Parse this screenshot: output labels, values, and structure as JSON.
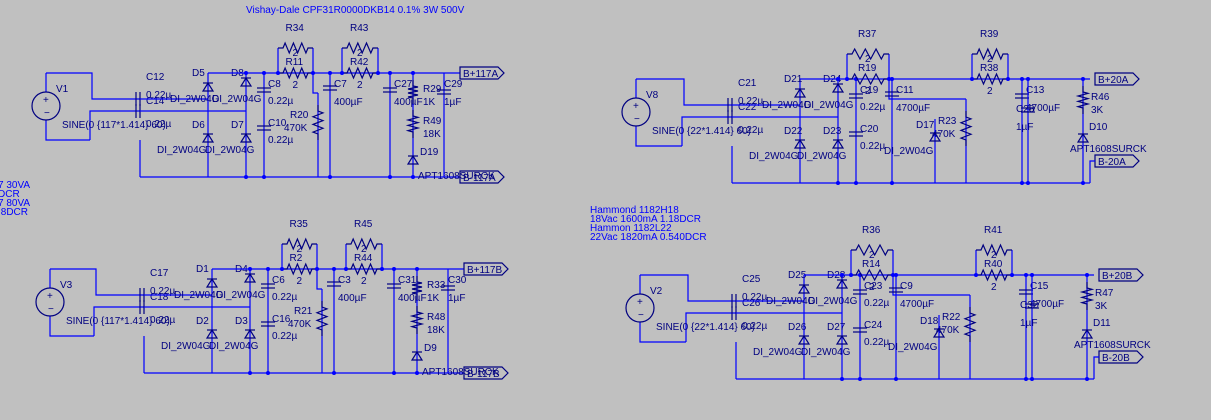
{
  "title": "Vishay-Dale CPF31R0000DKB14 0.1% 3W 500V",
  "left_notes": [
    "7 30VA",
    "DCR",
    "7 80VA",
    ".8DCR"
  ],
  "mid_notes": [
    "Hammond 1182H18",
    "18Vac 1600mA 1.18DCR",
    "Hammon 1182L22",
    "22Vac 1820mA 0.540DCR"
  ],
  "colors": {
    "background": "#c0c0c0",
    "wire": "#0000ff",
    "component": "#000080"
  },
  "circuits": [
    {
      "id": "top-left",
      "source": "V1",
      "sine": "SINE(0 {117*1.414} 60)",
      "caps_in": [
        "C12",
        "C14",
        "0.22µ",
        "0.22µ"
      ],
      "diodes": [
        "D5",
        "D8",
        "D6",
        "D7"
      ],
      "diode_models": [
        "DI_2W04G",
        "DI_2W04G",
        "DI_2W04G",
        "DI_2W04G"
      ],
      "c_bridge": [
        "C8",
        "0.22µ",
        "C10",
        "0.22µ"
      ],
      "r_top": [
        "R34",
        "2",
        "R11",
        "2"
      ],
      "r_top2": [
        "R43",
        "2",
        "R42",
        "2"
      ],
      "r_down": [
        "R20",
        "470K"
      ],
      "c_big": [
        "C7",
        "400µF"
      ],
      "c_big2": [
        "C27",
        "400µF"
      ],
      "r_led": [
        "R29",
        "1K",
        "R49",
        "18K"
      ],
      "c_out": [
        "C29",
        "1µF"
      ],
      "led": [
        "D19",
        "APT1608SURCK"
      ],
      "out_pos": "B+117A",
      "out_neg": "B-117A"
    },
    {
      "id": "bottom-left",
      "source": "V3",
      "sine": "SINE(0 {117*1.414} 60)",
      "caps_in": [
        "C17",
        "C18",
        "0.22µ",
        "0.22µ"
      ],
      "diodes": [
        "D1",
        "D4",
        "D2",
        "D3"
      ],
      "diode_models": [
        "DI_2W04G",
        "DI_2W04G",
        "DI_2W04G",
        "DI_2W04G"
      ],
      "c_bridge": [
        "C6",
        "0.22µ",
        "C16",
        "0.22µ"
      ],
      "r_top": [
        "R35",
        "2",
        "R2",
        "2"
      ],
      "r_top2": [
        "R45",
        "2",
        "R44",
        "2"
      ],
      "r_down": [
        "R21",
        "470K"
      ],
      "c_big": [
        "C3",
        "400µF"
      ],
      "c_big2": [
        "C31",
        "400µF"
      ],
      "r_led": [
        "R33",
        "1K",
        "R48",
        "18K"
      ],
      "c_out": [
        "C30",
        "1µF"
      ],
      "led": [
        "D9",
        "APT1608SURCK"
      ],
      "out_pos": "B+117B",
      "out_neg": "B-117B"
    },
    {
      "id": "top-right",
      "source": "V8",
      "sine": "SINE(0 {22*1.414} 60)",
      "caps_in": [
        "C21",
        "C22",
        "0.22µ",
        "0.22µ"
      ],
      "diodes": [
        "D21",
        "D24",
        "D22",
        "D23"
      ],
      "diode_models": [
        "DI_2W04G",
        "DI_2W04G",
        "DI_2W04G",
        "DI_2W04G"
      ],
      "c_bridge": [
        "C19",
        "0.22µ",
        "C20",
        "0.22µ"
      ],
      "r_top": [
        "R37",
        "2",
        "R19",
        "2"
      ],
      "r_top2": [
        "R39",
        "2",
        "R38",
        "2"
      ],
      "r_down": [
        "R23",
        "470K"
      ],
      "c_big": [
        "C11",
        "4700µF"
      ],
      "c_big2": [
        "C13",
        "4700µF"
      ],
      "zener": [
        "D17",
        "DI_2W04G"
      ],
      "c_mid": [
        "C28",
        "1µF"
      ],
      "r_led": [
        "R46",
        "3K"
      ],
      "led": [
        "D10",
        "APT1608SURCK"
      ],
      "out_pos": "B+20A",
      "out_neg": "B-20A"
    },
    {
      "id": "bottom-right",
      "source": "V2",
      "sine": "SINE(0 {22*1.414} 60)",
      "caps_in": [
        "C25",
        "C26",
        "0.22µ",
        "0.22µ"
      ],
      "diodes": [
        "D25",
        "D28",
        "D26",
        "D27"
      ],
      "diode_models": [
        "DI_2W04G",
        "DI_2W04G",
        "DI_2W04G",
        "DI_2W04G"
      ],
      "c_bridge": [
        "C23",
        "0.22µ",
        "C24",
        "0.22µ"
      ],
      "r_top": [
        "R36",
        "2",
        "R14",
        "2"
      ],
      "r_top2": [
        "R41",
        "2",
        "R40",
        "2"
      ],
      "r_down": [
        "R22",
        "470K"
      ],
      "c_big": [
        "C9",
        "4700µF"
      ],
      "c_big2": [
        "C15",
        "4700µF"
      ],
      "zener": [
        "D18",
        "DI_2W04G"
      ],
      "c_mid": [
        "C32",
        "1µF"
      ],
      "r_led": [
        "R47",
        "3K"
      ],
      "led": [
        "D11",
        "APT1608SURCK"
      ],
      "out_pos": "B+20B",
      "out_neg": "B-20B"
    }
  ]
}
